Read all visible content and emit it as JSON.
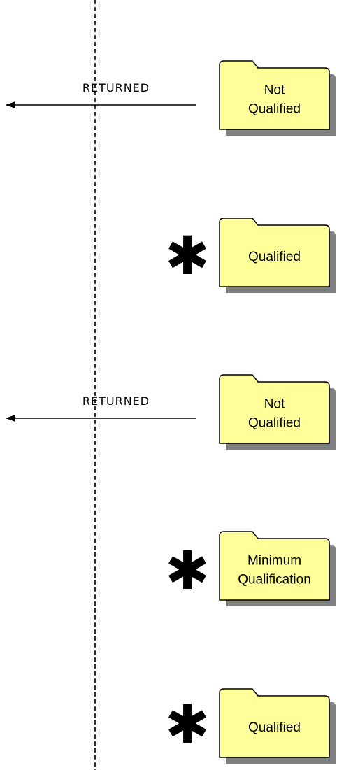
{
  "colors": {
    "folder_fill": "#ffff99",
    "folder_shadow": "#808080",
    "folder_stroke": "#000000",
    "line": "#000000"
  },
  "icons": {
    "folder": "folder-icon",
    "asterisk": "asterisk-icon",
    "arrow": "arrow-left-icon"
  },
  "rows": [
    {
      "label_lines": [
        "Not",
        "Qualified"
      ],
      "returned_text": "RETURNED",
      "asterisk": ""
    },
    {
      "label_lines": [
        "Qualified"
      ],
      "returned_text": "",
      "asterisk": "✱"
    },
    {
      "label_lines": [
        "Not",
        "Qualified"
      ],
      "returned_text": "RETURNED",
      "asterisk": ""
    },
    {
      "label_lines": [
        "Minimum",
        "Qualification"
      ],
      "returned_text": "",
      "asterisk": "✱"
    },
    {
      "label_lines": [
        "Qualified"
      ],
      "returned_text": "",
      "asterisk": "✱"
    }
  ]
}
